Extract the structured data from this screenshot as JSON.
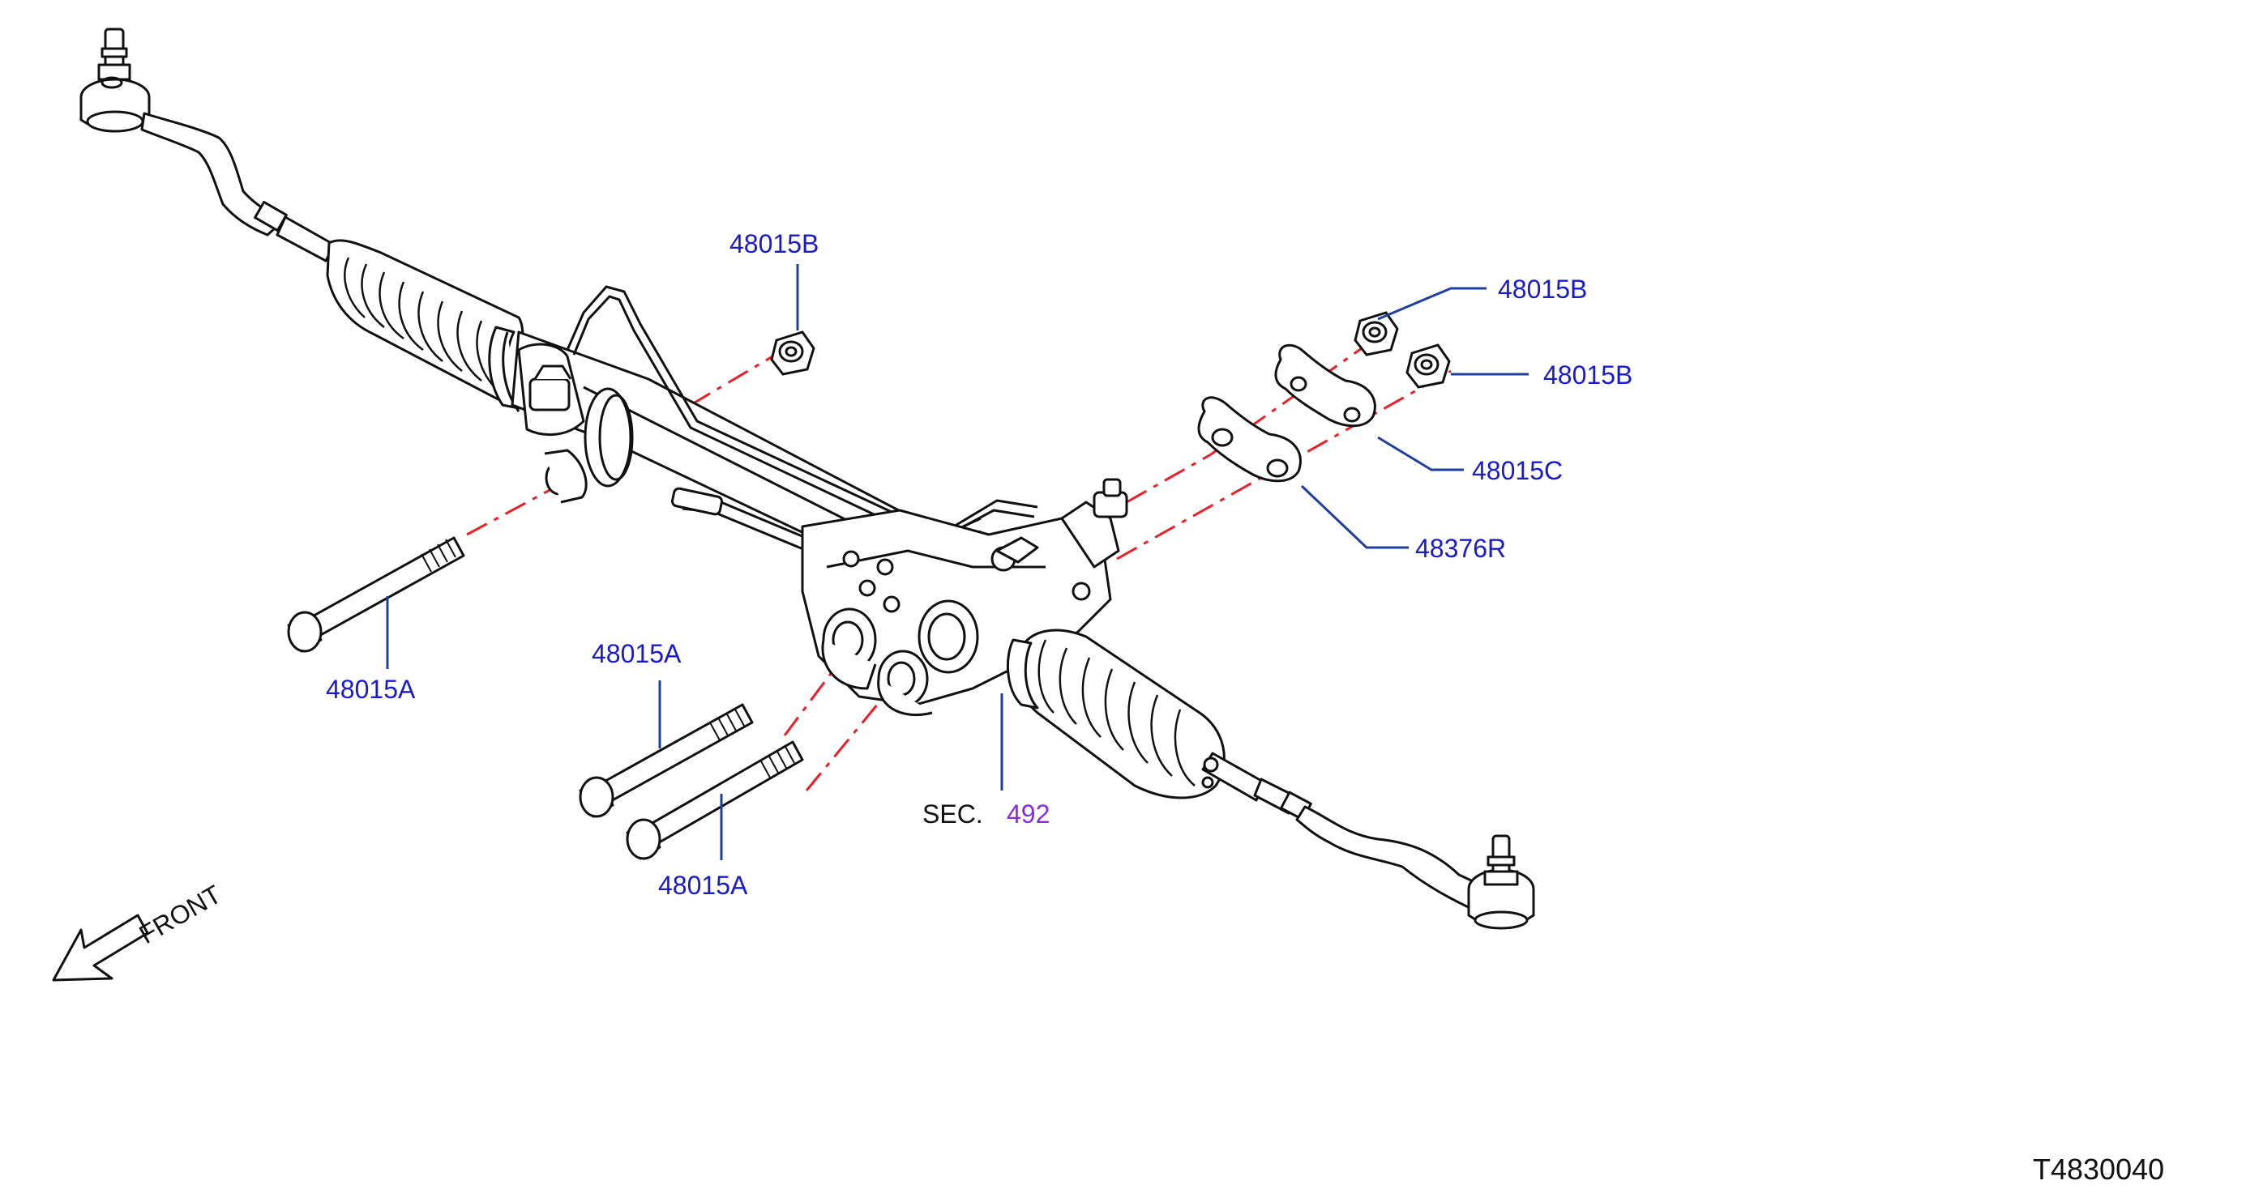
{
  "colors": {
    "link": "#1a1acd",
    "section_link": "#8a2be2",
    "leader": "#1f3f9f",
    "centerline": "#e8202a",
    "drawing": "#111111"
  },
  "callouts": {
    "bolt_left": "48015A",
    "bolt_lower_upper": "48015A",
    "bolt_lower_lower": "48015A",
    "nut_top_left": "48015B",
    "nut_right_upper": "48015B",
    "nut_right_lower": "48015B",
    "plate_upper": "48015C",
    "plate_lower": "48376R"
  },
  "section_ref": {
    "prefix": "SEC.",
    "number": "492"
  },
  "orientation": {
    "text": "FRONT",
    "icon": "front-arrow-icon"
  },
  "diagram_id": "T4830040"
}
